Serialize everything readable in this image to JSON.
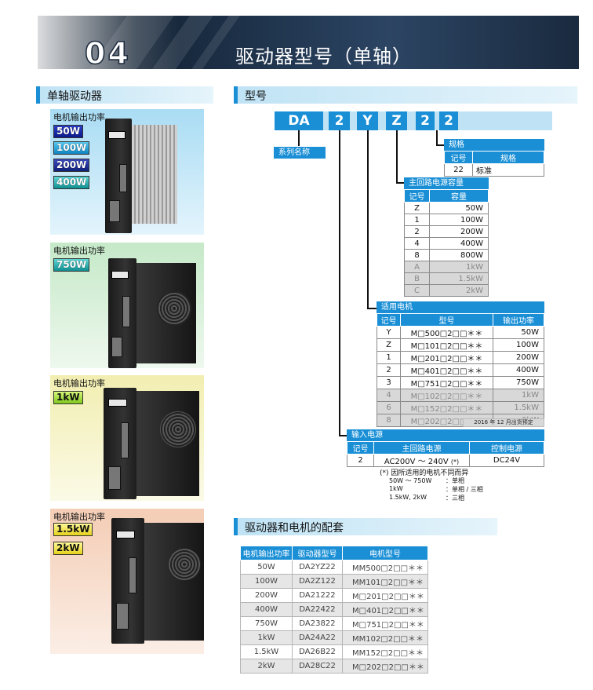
{
  "header": {
    "number": "04",
    "title": "驱动器型号（单轴）"
  },
  "left_section": {
    "title": "单轴驱动器",
    "panels": [
      {
        "title": "电机输出功率",
        "badges": [
          "50W",
          "100W",
          "200W",
          "400W"
        ],
        "bg": "#bfe4f7"
      },
      {
        "title": "电机输出功率",
        "badges": [
          "750W"
        ],
        "bg": "#d4efd6"
      },
      {
        "title": "电机输出功率",
        "badges": [
          "1kW"
        ],
        "bg": "#f5f3c6"
      },
      {
        "title": "电机输出功率",
        "badges": [
          "1.5kW",
          "2kW"
        ],
        "bg": "#f8dccb"
      }
    ]
  },
  "model_section": {
    "title": "型号",
    "code": [
      "DA",
      "2",
      "Y",
      "Z",
      "2",
      "2"
    ],
    "series_label": "系列名称",
    "spec": {
      "title": "规格",
      "headers": [
        "记号",
        "规格"
      ],
      "rows": [
        [
          "22",
          "标准"
        ]
      ]
    },
    "capacity": {
      "title": "主回路电源容量",
      "headers": [
        "记号",
        "容量"
      ],
      "rows": [
        [
          "Z",
          "50W"
        ],
        [
          "1",
          "100W"
        ],
        [
          "2",
          "200W"
        ],
        [
          "4",
          "400W"
        ],
        [
          "8",
          "800W"
        ],
        [
          "A",
          "1kW"
        ],
        [
          "B",
          "1.5kW"
        ],
        [
          "C",
          "2kW"
        ]
      ]
    },
    "motor": {
      "title": "适用电机",
      "headers": [
        "记号",
        "型号",
        "输出功率"
      ],
      "rows": [
        [
          "Y",
          "M□500□2□□＊＊",
          "50W"
        ],
        [
          "Z",
          "M□101□2□□＊＊",
          "100W"
        ],
        [
          "1",
          "M□201□2□□＊＊",
          "200W"
        ],
        [
          "2",
          "M□401□2□□＊＊",
          "400W"
        ],
        [
          "3",
          "M□751□2□□＊＊",
          "750W"
        ],
        [
          "4",
          "M□102□2□□＊＊",
          "1kW"
        ],
        [
          "6",
          "M□152□2□□＊＊",
          "1.5kW"
        ],
        [
          "8",
          "M□202□2□□＊＊",
          "2kW"
        ]
      ],
      "note": "2016 年 12 月出货预定"
    },
    "power": {
      "title": "输入电源",
      "headers": [
        "记号",
        "主回路电源",
        "控制电源"
      ],
      "rows": [
        [
          "2",
          "AC200V ～ 240V",
          "(*)",
          "DC24V"
        ]
      ]
    },
    "footnotes": {
      "head": "(*) 因所适用的电机不同而异",
      "lines": [
        [
          "50W ～ 750W",
          "：单相"
        ],
        [
          "1kW",
          "：单相 / 三相"
        ],
        [
          "1.5kW, 2kW",
          "：三相"
        ]
      ]
    }
  },
  "match_section": {
    "title": "驱动器和电机的配套",
    "headers": [
      "电机输出功率",
      "驱动器型号",
      "电机型号"
    ],
    "rows": [
      [
        "50W",
        "DA2YZ22",
        "MM500□2□□＊＊"
      ],
      [
        "100W",
        "DA2Z122",
        "MM101□2□□＊＊"
      ],
      [
        "200W",
        "DA21222",
        "M□201□2□□＊＊"
      ],
      [
        "400W",
        "DA22422",
        "M□401□2□□＊＊"
      ],
      [
        "750W",
        "DA23822",
        "M□751□2□□＊＊"
      ],
      [
        "1kW",
        "DA24A22",
        "MM102□2□□＊＊"
      ],
      [
        "1.5kW",
        "DA26B22",
        "MM152□2□□＊＊"
      ],
      [
        "2kW",
        "DA28C22",
        "M□202□2□□＊＊"
      ]
    ]
  }
}
